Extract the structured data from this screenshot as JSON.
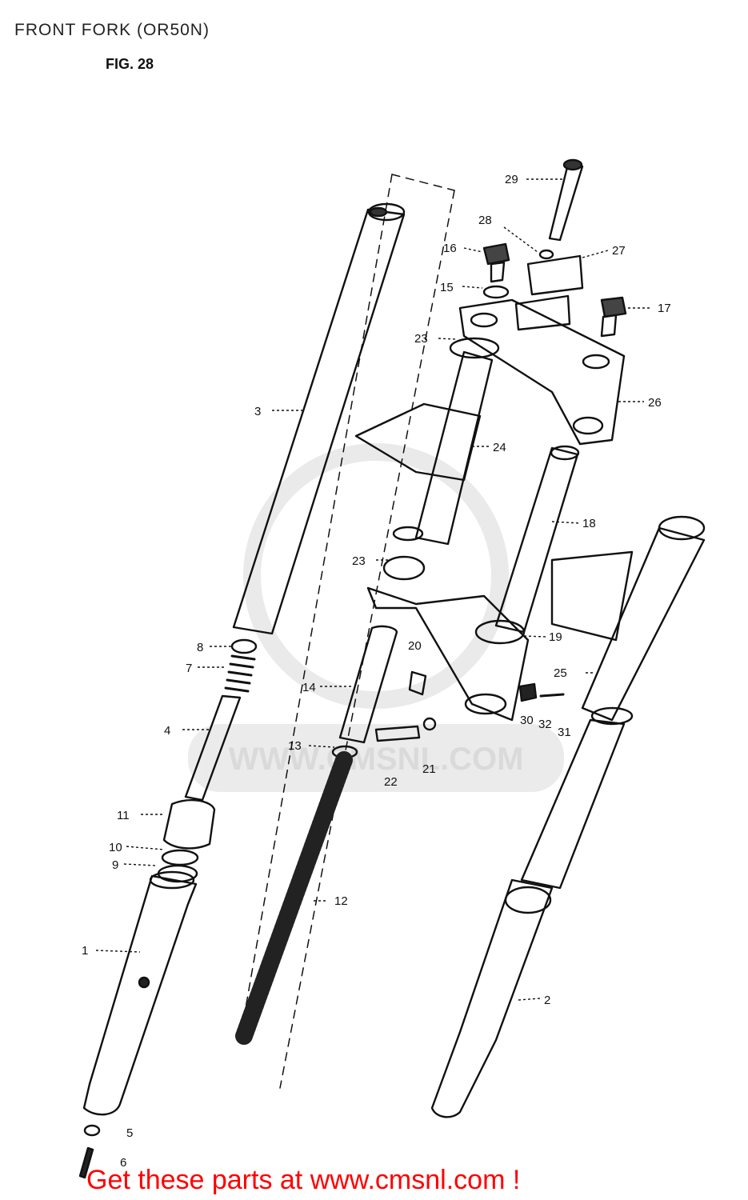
{
  "header": {
    "title": "FRONT FORK (OR50N)",
    "figure": "FIG. 28"
  },
  "watermark": "WWW.CMSNL.COM",
  "promo": "Get these parts at www.cmsnl.com !",
  "colors": {
    "promo": "#ff0000",
    "ink": "#111111",
    "watermark": "#d9d9d9"
  },
  "callouts": [
    {
      "id": "c1",
      "label": "1"
    },
    {
      "id": "c2",
      "label": "2"
    },
    {
      "id": "c3",
      "label": "3"
    },
    {
      "id": "c4",
      "label": "4"
    },
    {
      "id": "c5",
      "label": "5"
    },
    {
      "id": "c6",
      "label": "6"
    },
    {
      "id": "c7",
      "label": "7"
    },
    {
      "id": "c8",
      "label": "8"
    },
    {
      "id": "c9",
      "label": "9"
    },
    {
      "id": "c10",
      "label": "10"
    },
    {
      "id": "c11",
      "label": "11"
    },
    {
      "id": "c12",
      "label": "12"
    },
    {
      "id": "c13",
      "label": "13"
    },
    {
      "id": "c14",
      "label": "14"
    },
    {
      "id": "c15",
      "label": "15"
    },
    {
      "id": "c16",
      "label": "16"
    },
    {
      "id": "c17",
      "label": "17"
    },
    {
      "id": "c18",
      "label": "18"
    },
    {
      "id": "c19",
      "label": "19"
    },
    {
      "id": "c20",
      "label": "20"
    },
    {
      "id": "c21",
      "label": "21"
    },
    {
      "id": "c22",
      "label": "22"
    },
    {
      "id": "c23a",
      "label": "23"
    },
    {
      "id": "c23b",
      "label": "23"
    },
    {
      "id": "c24",
      "label": "24"
    },
    {
      "id": "c25",
      "label": "25"
    },
    {
      "id": "c26",
      "label": "26"
    },
    {
      "id": "c27",
      "label": "27"
    },
    {
      "id": "c28",
      "label": "28"
    },
    {
      "id": "c29",
      "label": "29"
    },
    {
      "id": "c30",
      "label": "30"
    },
    {
      "id": "c31",
      "label": "31"
    },
    {
      "id": "c32",
      "label": "32"
    }
  ]
}
